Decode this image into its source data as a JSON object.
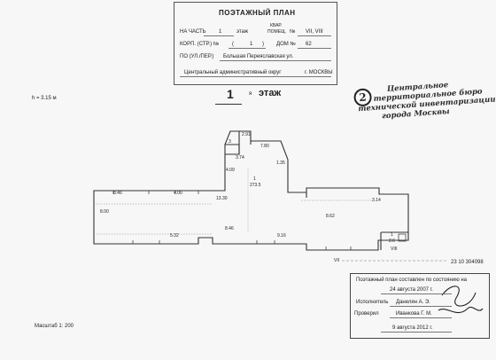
{
  "header": {
    "title": "ПОЭТАЖНЫЙ ПЛАН",
    "part_label": "НА ЧАСТЬ",
    "floor_value": "1",
    "floor_word": "этаж",
    "kvar_label": "КВАР.",
    "pomesch_label": "ПОМЕЩ.",
    "no_sign": "№",
    "rooms_value": "VII, VIII",
    "korp_label": "КОРП. (СТР.) №",
    "korp_value": "(",
    "korp_value_num": "1",
    "korp_value_close": ")",
    "dom_label": "ДОМ №",
    "dom_value": "62",
    "street_label": "ПО (УЛ./ПЕР.)",
    "street_value": "Большая Переяславская ул.",
    "district": "Центральный административный округ",
    "city": "г. МОСКВЫ"
  },
  "stamp": {
    "number": "2",
    "lines": [
      "Центральное",
      "территориальное бюро",
      "технической инвентаризации",
      "города Москвы"
    ]
  },
  "plan": {
    "height_label": "h = 3.15 м",
    "floor_number": "1",
    "floor_suffix": "я",
    "floor_word": "этаж",
    "scale": "Масштаб 1: 200",
    "room_main_number": "1",
    "room_main_area": "273.5",
    "room_small_number": "3",
    "room_corner_number": "1",
    "room_corner_area": "2.6",
    "section_label": "VII",
    "section_label_2": "VIII",
    "code": "23 10 304098",
    "dims": [
      "2.91",
      "7.80",
      "3.74",
      "4.09",
      "1.35",
      "8.46",
      "4.06",
      "13.30",
      "8.62",
      "3.14",
      "8.00",
      "5.32",
      "8.46",
      "9.16"
    ]
  },
  "footer": {
    "note": "Поэтажный план составлен по состоянию на",
    "date1": "24 августа 2007 г.",
    "executor_label": "Исполнитель",
    "executor_name": "Данелян А. Э.",
    "checker_label": "Проверил",
    "checker_name": "Иванкова Г. М.",
    "date2": "9 августа 2012 г."
  }
}
